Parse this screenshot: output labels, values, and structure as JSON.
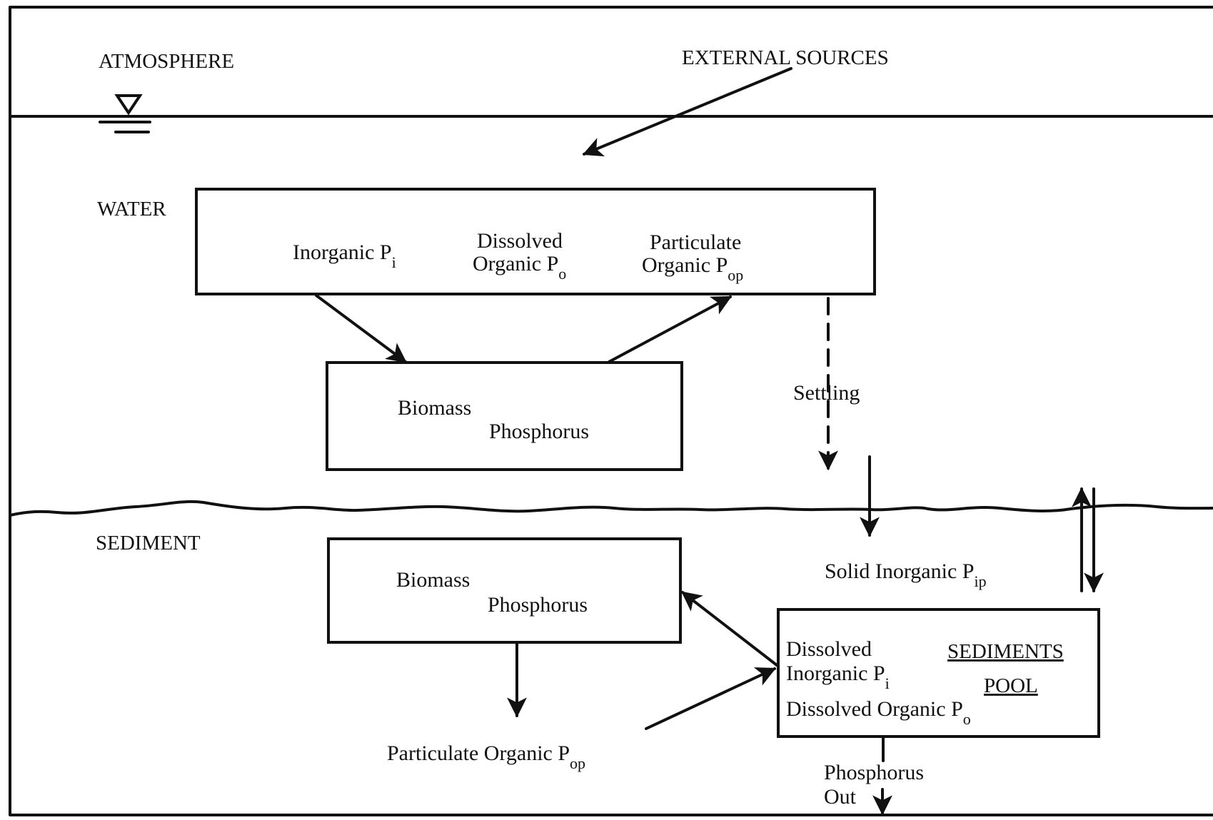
{
  "zones": {
    "atmosphere": "ATMOSPHERE",
    "water": "WATER",
    "sediment": "SEDIMENT"
  },
  "external_sources": "EXTERNAL SOURCES",
  "water_box": {
    "inorganic": {
      "text": "Inorganic P",
      "sub": "i"
    },
    "dissolved_line1": "Dissolved",
    "dissolved_line2": {
      "text": "Organic P",
      "sub": "o"
    },
    "particulate_line1": "Particulate",
    "particulate_line2": {
      "text": "Organic P",
      "sub": "op"
    }
  },
  "water_biomass": {
    "line1": "Biomass",
    "line2": "Phosphorus"
  },
  "settling": "Settling",
  "solid_inorganic": {
    "text": "Solid Inorganic P",
    "sub": "ip"
  },
  "sediment_biomass": {
    "line1": "Biomass",
    "line2": "Phosphorus"
  },
  "pool_box": {
    "dissolved_inorganic_line1": "Dissolved",
    "dissolved_inorganic_line2": {
      "text": "Inorganic P",
      "sub": "i"
    },
    "dissolved_organic": {
      "text": "Dissolved Organic P",
      "sub": "o"
    },
    "heading_line1": "SEDIMENTS",
    "heading_line2": "POOL"
  },
  "sediment_particulate": {
    "text": "Particulate Organic P",
    "sub": "op"
  },
  "phosphorus_out": {
    "line1": "Phosphorus",
    "line2": "Out"
  }
}
